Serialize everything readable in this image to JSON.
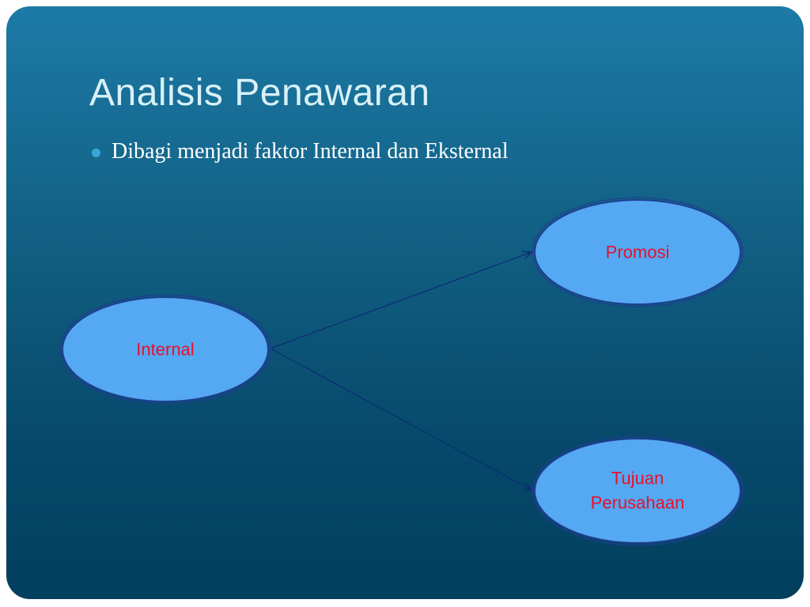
{
  "slide": {
    "title": "Analisis Penawaran",
    "bullets": [
      {
        "text": "Dibagi menjadi faktor Internal dan Eksternal"
      }
    ]
  },
  "diagram": {
    "nodes": [
      {
        "id": "internal",
        "label_lines": [
          "Internal"
        ]
      },
      {
        "id": "promosi",
        "label_lines": [
          "Promosi"
        ]
      },
      {
        "id": "tujuan",
        "label_lines": [
          "Tujuan",
          "Perusahaan"
        ]
      }
    ],
    "edges": [
      {
        "from": "internal",
        "to": "promosi"
      },
      {
        "from": "internal",
        "to": "tujuan"
      }
    ],
    "colors": {
      "node_fill": "#55a8f2",
      "node_stroke": "#1d3f8f",
      "label": "#e8102a",
      "arrow": "#0d2a78"
    }
  }
}
